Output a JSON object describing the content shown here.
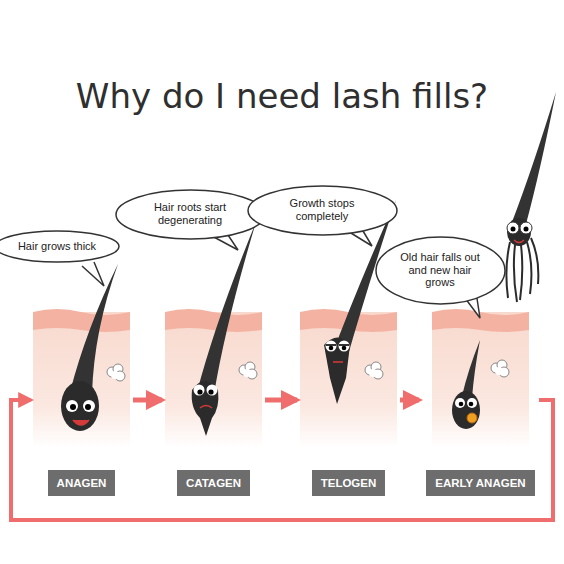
{
  "diagram": {
    "title": "Why do I need lash fills?",
    "nodes": [
      {
        "text": [
          "Hair grows thick"
        ]
      },
      {
        "text": [
          "Hair roots start degenerating"
        ]
      },
      {
        "text": [
          "Growth stops completely"
        ]
      },
      {
        "text": [
          "Old hair falls out and new hair grows"
        ]
      },
      {
        "text": [
          "ANAGEN"
        ]
      },
      {
        "text": [
          "CATAGEN"
        ]
      },
      {
        "text": [
          "TELOGEN"
        ]
      },
      {
        "text": [
          "EARLY ANAGEN"
        ]
      }
    ],
    "edges": [
      {
        "from": 4,
        "to": 5,
        "arrow": "to"
      },
      {
        "from": 5,
        "to": 6,
        "arrow": "to"
      },
      {
        "from": 6,
        "to": 7,
        "arrow": "to"
      },
      {
        "from": 7,
        "to": 4,
        "arrow": "to"
      }
    ]
  }
}
